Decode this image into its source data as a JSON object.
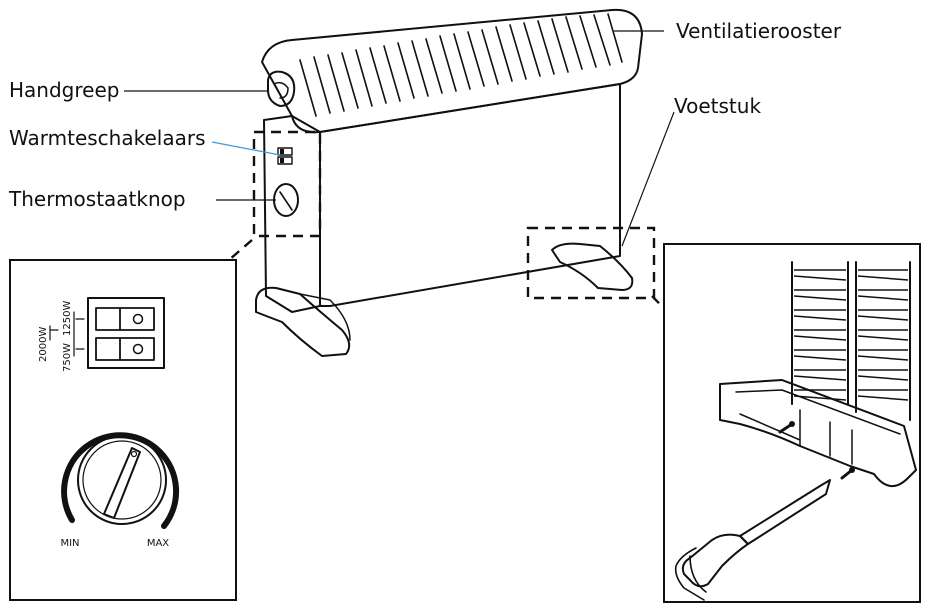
{
  "labels": {
    "handle": "Handgreep",
    "heat_switches": "Warmteschakelaars",
    "thermostat_knob": "Thermostaatknop",
    "ventilation_grille": "Ventilatierooster",
    "foot": "Voetstuk"
  },
  "switch_panel": {
    "power_high": "2000W",
    "power_mid": "1250W",
    "power_low": "750W"
  },
  "knob": {
    "min_label": "MIN",
    "max_label": "MAX"
  },
  "colors": {
    "line": "#111111",
    "switch_leader": "#3a9ad9"
  }
}
